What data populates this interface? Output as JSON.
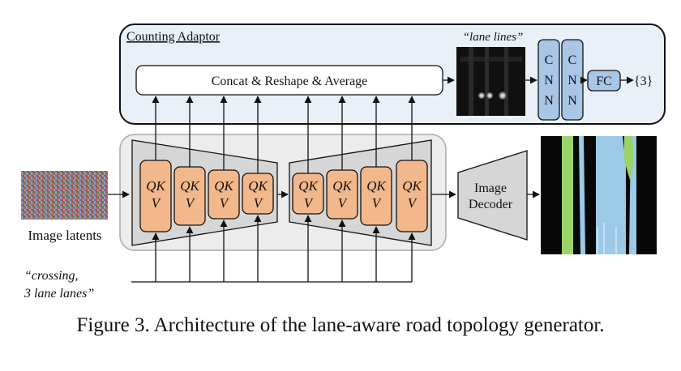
{
  "counting_adaptor": {
    "title": "Counting Adaptor",
    "concat_label": "Concat & Reshape & Average",
    "heatmap_label": "“lane lines”",
    "cnn_blocks": [
      {
        "letters": [
          "C",
          "N",
          "N"
        ]
      },
      {
        "letters": [
          "C",
          "N",
          "N"
        ]
      }
    ],
    "fc_label": "FC",
    "output_label": "{3}"
  },
  "input": {
    "latents_label": "Image latents",
    "prompt_line1": "“crossing,",
    "prompt_line2": "3 lane lanes”"
  },
  "unet": {
    "encoder_blocks": [
      {
        "line1": "QK",
        "line2": "V"
      },
      {
        "line1": "QK",
        "line2": "V"
      },
      {
        "line1": "QK",
        "line2": "V"
      },
      {
        "line1": "QK",
        "line2": "V"
      }
    ],
    "decoder_blocks": [
      {
        "line1": "QK",
        "line2": "V"
      },
      {
        "line1": "QK",
        "line2": "V"
      },
      {
        "line1": "QK",
        "line2": "V"
      },
      {
        "line1": "QK",
        "line2": "V"
      }
    ]
  },
  "image_decoder": {
    "line1": "Image",
    "line2": "Decoder"
  },
  "caption": "Figure 3. Architecture of the lane-aware road topology generator.",
  "colors": {
    "adaptor_fill": "#e9f0f8",
    "attention_fill": "#f2b78a",
    "cnn_fill": "#a8c6e6",
    "unet_fill": "#ececec",
    "trapezoid_fill": "#d6d6d6",
    "lane_green": "#9ad36a",
    "lane_blue": "#9cc9e6"
  }
}
